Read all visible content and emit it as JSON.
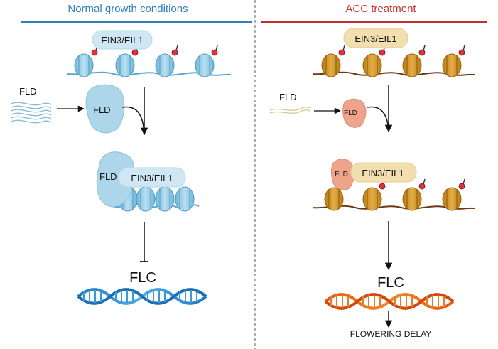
{
  "left_panel": {
    "title": "Normal growth conditions",
    "complex_label": "EIN3/EIL1",
    "fld_input_label": "FLD",
    "fld_protein_label": "FLD",
    "bound_fld_label": "FLD",
    "bound_complex_label": "EIN3/EIL1",
    "gene_label": "FLC"
  },
  "right_panel": {
    "title": "ACC treatment",
    "complex_label": "EIN3/EIL1",
    "fld_input_label": "FLD",
    "fld_protein_label": "FLD",
    "bound_fld_label": "FLD",
    "bound_complex_label": "EIN3/EIL1",
    "gene_label": "FLC",
    "outcome_label": "FLOWERING DELAY"
  },
  "colors": {
    "left_accent": "#2f7fc1",
    "right_accent": "#c62f2a",
    "blue_nucleosome": "#a9d6ea",
    "orange_nucleosome": "#d9a033",
    "complex_blue": "#cfe6f3",
    "complex_tan": "#f1dfae",
    "fld_blue": "#aed6ea",
    "fld_salmon": "#eea48a",
    "dna_blue": "#2f8ecf",
    "dna_orange": "#e0621a"
  }
}
